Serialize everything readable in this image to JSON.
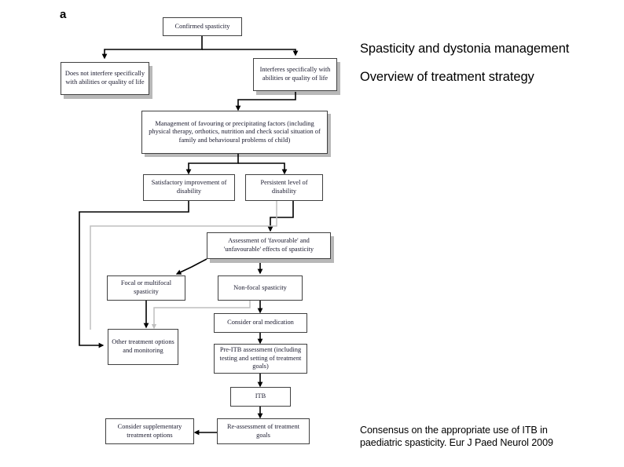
{
  "slide": {
    "panel_label": "a",
    "title_lines": [
      "Spasticity and dystonia management",
      "Overview of treatment strategy"
    ],
    "citation_lines": [
      "Consensus on the appropriate use of ITB in",
      "paediatric spasticity. Eur J Paed Neurol 2009"
    ]
  },
  "colors": {
    "background": "#ffffff",
    "text": "#000000",
    "node_border": "#404040",
    "node_text": "#1a1a2e",
    "connector": "#000000",
    "connector_secondary": "#bfbfbf",
    "shadow": "#b8b8b8"
  },
  "flowchart": {
    "title": "Overview of treatment strategy for spasticity and dystonia management",
    "nodes": [
      {
        "id": "confirmed",
        "label": "Confirmed spasticity"
      },
      {
        "id": "no-interfere",
        "label": "Does not interfere specifically with abilities or quality of life"
      },
      {
        "id": "interferes",
        "label": "Interferes specifically with abilities or quality of life"
      },
      {
        "id": "management",
        "label": "Management of favouring or precipitating factors (including physical therapy, orthotics, nutrition and check social situation of family and behavioural problems of child)"
      },
      {
        "id": "satisfactory",
        "label": "Satisfactory improvement of disability"
      },
      {
        "id": "persistent",
        "label": "Persistent level of disability"
      },
      {
        "id": "assessment",
        "label": "Assessment of 'favourable' and 'unfavourable' effects of spasticity"
      },
      {
        "id": "focal",
        "label": "Focal or multifocal spasticity"
      },
      {
        "id": "nonfocal",
        "label": "Non-focal spasticity"
      },
      {
        "id": "other-treat",
        "label": "Other treatment options and monitoring"
      },
      {
        "id": "oral-med",
        "label": "Consider oral medication"
      },
      {
        "id": "pre-itb",
        "label": "Pre-ITB assessment (including testing and setting of treatment goals)"
      },
      {
        "id": "itb",
        "label": "ITB"
      },
      {
        "id": "re-assessment",
        "label": "Re-assessment of treatment goals"
      },
      {
        "id": "supplementary",
        "label": "Consider supplementary treatment options"
      }
    ],
    "edges": [
      {
        "from": "confirmed",
        "to": "no-interfere"
      },
      {
        "from": "confirmed",
        "to": "interferes"
      },
      {
        "from": "interferes",
        "to": "management"
      },
      {
        "from": "management",
        "to": "satisfactory"
      },
      {
        "from": "management",
        "to": "persistent"
      },
      {
        "from": "satisfactory",
        "to": "other-treat"
      },
      {
        "from": "persistent",
        "to": "assessment"
      },
      {
        "from": "persistent",
        "to": "other-treat"
      },
      {
        "from": "assessment",
        "to": "focal"
      },
      {
        "from": "assessment",
        "to": "nonfocal"
      },
      {
        "from": "focal",
        "to": "other-treat"
      },
      {
        "from": "nonfocal",
        "to": "oral-med"
      },
      {
        "from": "nonfocal",
        "to": "other-treat"
      },
      {
        "from": "oral-med",
        "to": "pre-itb"
      },
      {
        "from": "pre-itb",
        "to": "itb"
      },
      {
        "from": "itb",
        "to": "re-assessment"
      },
      {
        "from": "re-assessment",
        "to": "supplementary"
      }
    ]
  }
}
